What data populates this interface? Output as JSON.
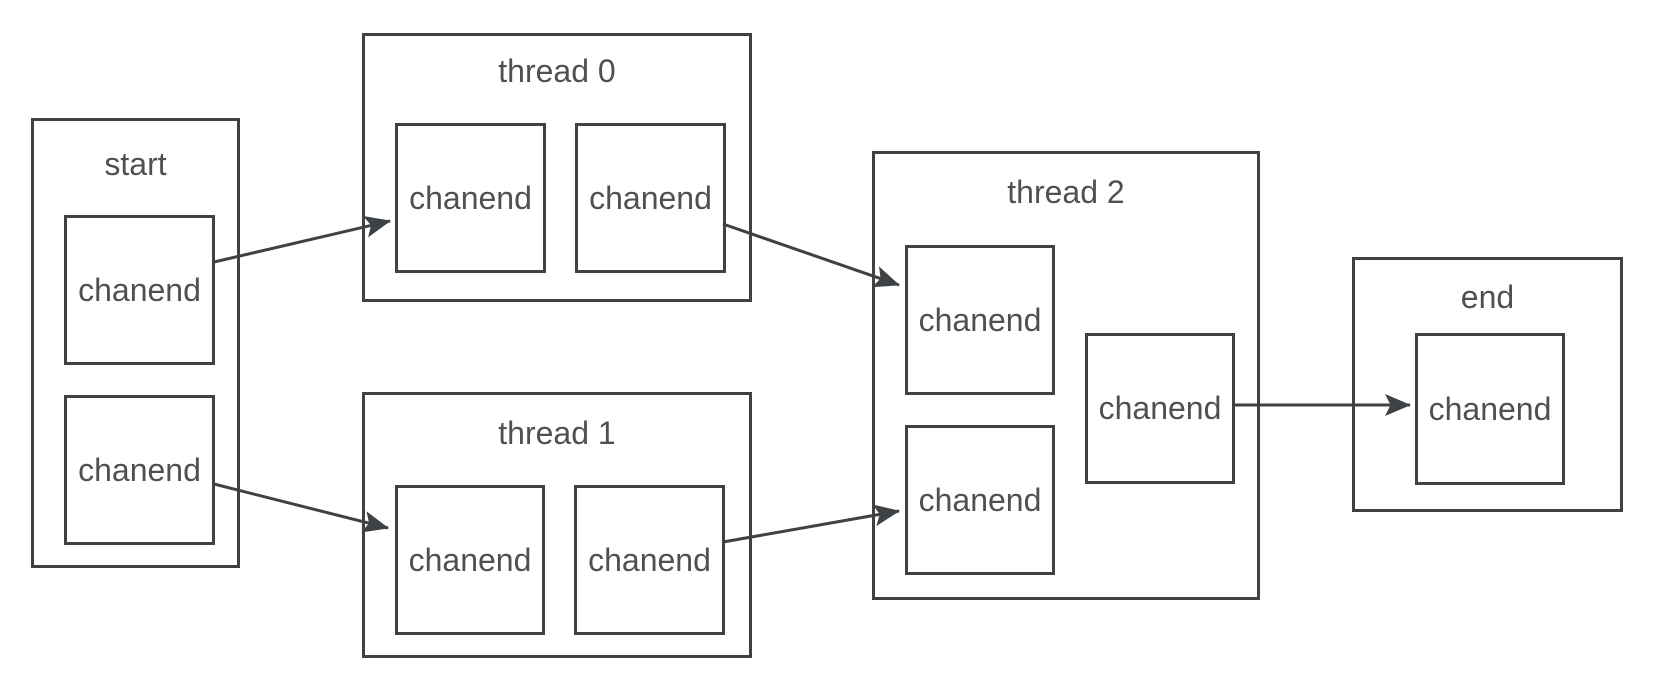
{
  "diagram": {
    "colors": {
      "stroke": "#3f4245",
      "text": "#4e5154",
      "background": "#ffffff"
    },
    "nodes": {
      "start": {
        "title": "start",
        "chanends": [
          "chanend",
          "chanend"
        ]
      },
      "thread0": {
        "title": "thread 0",
        "chanends": [
          "chanend",
          "chanend"
        ]
      },
      "thread1": {
        "title": "thread 1",
        "chanends": [
          "chanend",
          "chanend"
        ]
      },
      "thread2": {
        "title": "thread 2",
        "chanends": [
          "chanend",
          "chanend",
          "chanend"
        ]
      },
      "end": {
        "title": "end",
        "chanends": [
          "chanend"
        ]
      }
    },
    "edges": [
      {
        "from": "start.chanend-0",
        "to": "thread0.chanend-0"
      },
      {
        "from": "start.chanend-1",
        "to": "thread1.chanend-0"
      },
      {
        "from": "thread0.chanend-1",
        "to": "thread2.chanend-0"
      },
      {
        "from": "thread1.chanend-1",
        "to": "thread2.chanend-1"
      },
      {
        "from": "thread2.chanend-2",
        "to": "end.chanend-0"
      }
    ]
  }
}
